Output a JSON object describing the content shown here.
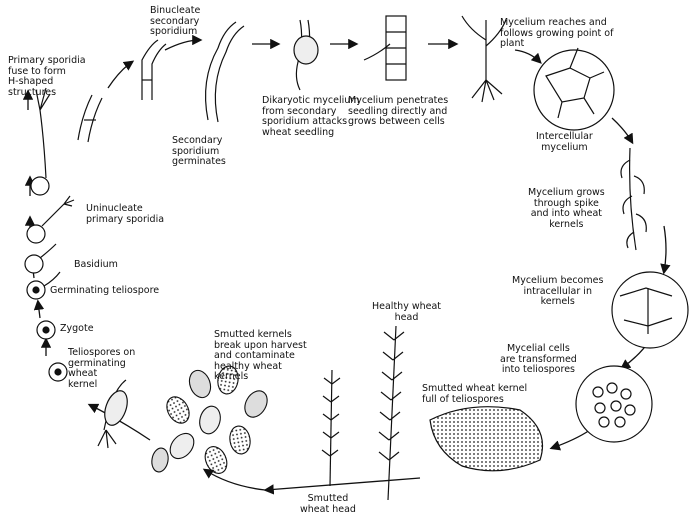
{
  "labels": {
    "primary_sporidia_fuse": "Primary sporidia\nfuse to form\nH-shaped\nstructures",
    "binucleate_secondary_sporidium": "Binucleate\nsecondary\nsporidium",
    "secondary_sporidium_germinates": "Secondary\nsporidium\ngerminates",
    "dikaryotic_mycelium": "Dikaryotic mycelium\nfrom secondary\nsporidium attacks\nwheat seedling",
    "mycelium_penetrates": "Mycelium penetrates\nseedling directly and\ngrows between cells",
    "mycelium_reaches": "Mycelium reaches and\nfollows growing point of\nplant",
    "intercellular_mycelium": "Intercellular\nmycelium",
    "mycelium_grows": "Mycelium grows\nthrough spike\nand into wheat\nkernels",
    "mycelium_intracellular": "Mycelium becomes\nintracellular in\nkernels",
    "mycelial_cells_transformed": "Mycelial cells\nare transformed\ninto teliospores",
    "smutted_kernel_full": "Smutted wheat kernel\nfull of teliospores",
    "healthy_wheat_head": "Healthy wheat\nhead",
    "smutted_wheat_head": "Smutted\nwheat head",
    "smutted_kernels_break": "Smutted kernels\nbreak upon harvest\nand contaminate\nhealthy wheat\nkernels",
    "teliospores_on_kernel": "Teliospores on\ngerminating\nwheat\nkernel",
    "zygote": "Zygote",
    "germinating_teliospore": "Germinating teliospore",
    "basidium": "Basidium",
    "uninucleate_primary_sporidia": "Uninucleate\nprimary sporidia"
  }
}
